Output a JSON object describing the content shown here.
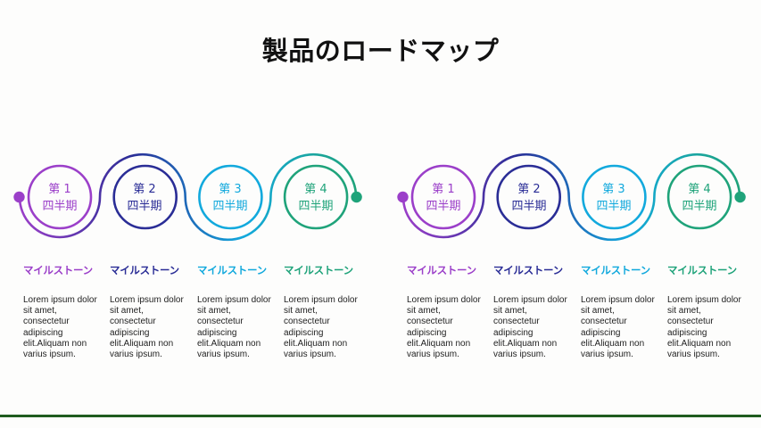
{
  "title": "製品のロードマップ",
  "colors": {
    "q1": "#9b3fc9",
    "q2": "#2a2d96",
    "q3": "#12a9dd",
    "q4": "#1fa37a",
    "footer_rule": "#1f5c1f"
  },
  "groups": [
    {
      "milestones": [
        {
          "quarter_num": "第 1",
          "quarter_unit": "四半期",
          "title": "マイルストーン",
          "desc": "Lorem ipsum dolor sit amet, consectetur adipiscing elit.Aliquam non varius ipsum."
        },
        {
          "quarter_num": "第 2",
          "quarter_unit": "四半期",
          "title": "マイルストーン",
          "desc": "Lorem ipsum dolor sit amet, consectetur adipiscing elit.Aliquam non varius ipsum."
        },
        {
          "quarter_num": "第 3",
          "quarter_unit": "四半期",
          "title": "マイルストーン",
          "desc": "Lorem ipsum dolor sit amet, consectetur adipiscing elit.Aliquam non varius ipsum."
        },
        {
          "quarter_num": "第 4",
          "quarter_unit": "四半期",
          "title": "マイルストーン",
          "desc": "Lorem ipsum dolor sit amet, consectetur adipiscing elit.Aliquam non varius ipsum."
        }
      ]
    },
    {
      "milestones": [
        {
          "quarter_num": "第 1",
          "quarter_unit": "四半期",
          "title": "マイルストーン",
          "desc": "Lorem ipsum dolor sit amet, consectetur adipiscing elit.Aliquam non varius ipsum."
        },
        {
          "quarter_num": "第 2",
          "quarter_unit": "四半期",
          "title": "マイルストーン",
          "desc": "Lorem ipsum dolor sit amet, consectetur adipiscing elit.Aliquam non varius ipsum."
        },
        {
          "quarter_num": "第 3",
          "quarter_unit": "四半期",
          "title": "マイルストーン",
          "desc": "Lorem ipsum dolor sit amet, consectetur adipiscing elit.Aliquam non varius ipsum."
        },
        {
          "quarter_num": "第 4",
          "quarter_unit": "四半期",
          "title": "マイルストーン",
          "desc": "Lorem ipsum dolor sit amet, consectetur adipiscing elit.Aliquam non varius ipsum."
        }
      ]
    }
  ]
}
